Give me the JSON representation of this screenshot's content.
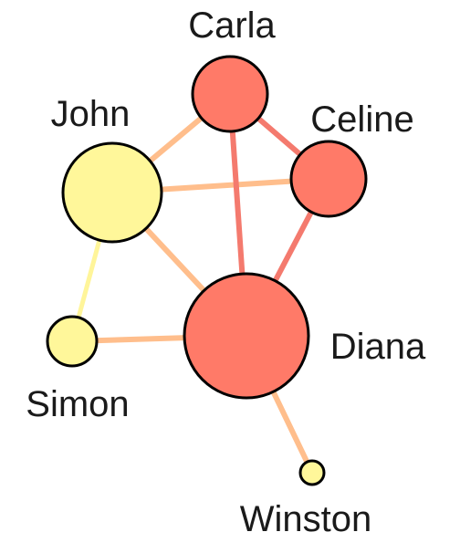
{
  "palette": {
    "yellow": "#FFF79A",
    "red": "#FF7A68",
    "edge_orange": "#FFBE8C",
    "edge_red": "#F47A6E",
    "edge_yellow": "#FFF59A",
    "outline": "#000000"
  },
  "nodes": [
    {
      "id": "carla",
      "label": "Carla"
    },
    {
      "id": "john",
      "label": "John"
    },
    {
      "id": "celine",
      "label": "Celine"
    },
    {
      "id": "diana",
      "label": "Diana"
    },
    {
      "id": "simon",
      "label": "Simon"
    },
    {
      "id": "winston",
      "label": "Winston"
    }
  ],
  "edges": [
    {
      "from": "john",
      "to": "carla"
    },
    {
      "from": "john",
      "to": "celine"
    },
    {
      "from": "john",
      "to": "diana"
    },
    {
      "from": "john",
      "to": "simon"
    },
    {
      "from": "carla",
      "to": "celine"
    },
    {
      "from": "carla",
      "to": "diana"
    },
    {
      "from": "celine",
      "to": "diana"
    },
    {
      "from": "simon",
      "to": "diana"
    },
    {
      "from": "diana",
      "to": "winston"
    }
  ]
}
